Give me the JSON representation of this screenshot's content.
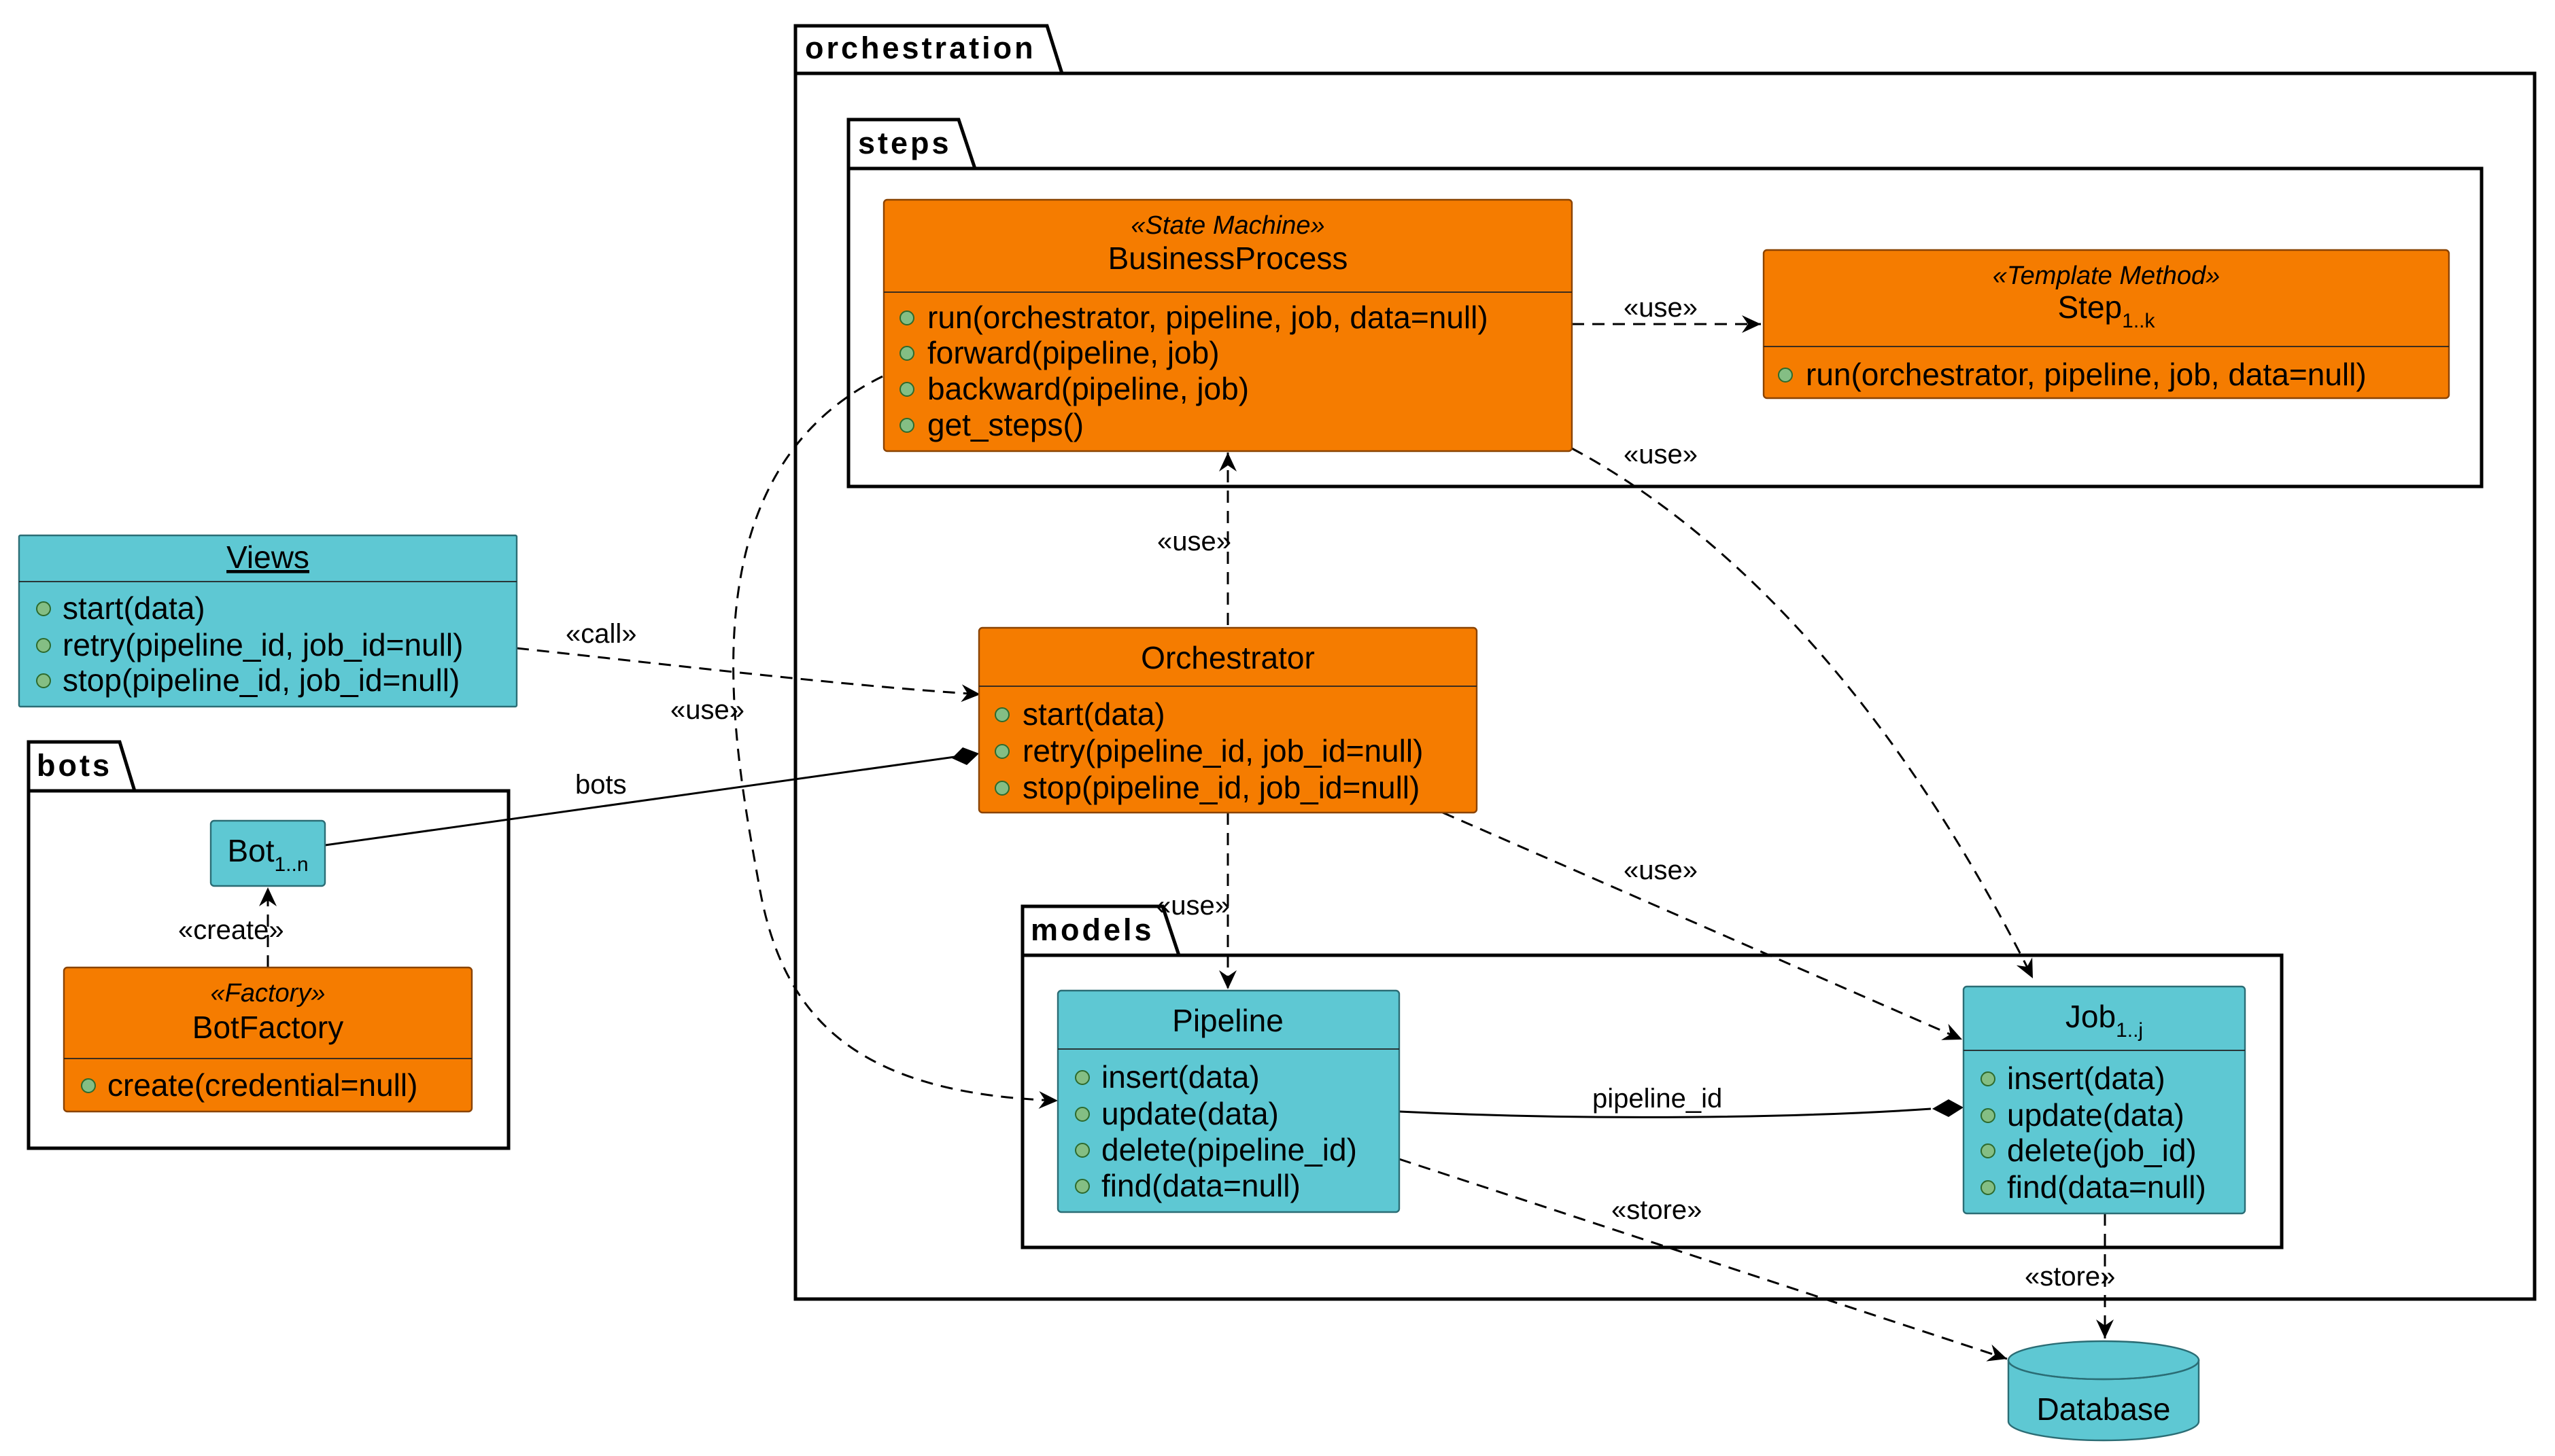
{
  "packages": {
    "orchestration": "orchestration",
    "steps": "steps",
    "models": "models",
    "bots": "bots"
  },
  "classes": {
    "business_process": {
      "stereotype": "«State Machine»",
      "name": "BusinessProcess",
      "members": [
        "run(orchestrator, pipeline, job, data=null)",
        "forward(pipeline, job)",
        "backward(pipeline, job)",
        "get_steps()"
      ]
    },
    "step": {
      "stereotype": "«Template Method»",
      "name": "Step",
      "name_sub": "1..k",
      "members": [
        "run(orchestrator, pipeline, job, data=null)"
      ]
    },
    "views": {
      "name": "Views",
      "members": [
        "start(data)",
        "retry(pipeline_id, job_id=null)",
        "stop(pipeline_id, job_id=null)"
      ]
    },
    "orchestrator": {
      "name": "Orchestrator",
      "members": [
        "start(data)",
        "retry(pipeline_id, job_id=null)",
        "stop(pipeline_id, job_id=null)"
      ]
    },
    "bot": {
      "name": "Bot",
      "name_sub": "1..n"
    },
    "bot_factory": {
      "stereotype": "«Factory»",
      "name": "BotFactory",
      "members": [
        "create(credential=null)"
      ]
    },
    "pipeline": {
      "name": "Pipeline",
      "members": [
        "insert(data)",
        "update(data)",
        "delete(pipeline_id)",
        "find(data=null)"
      ]
    },
    "job": {
      "name": "Job",
      "name_sub": "1..j",
      "members": [
        "insert(data)",
        "update(data)",
        "delete(job_id)",
        "find(data=null)"
      ]
    },
    "database": {
      "name": "Database"
    }
  },
  "edge_labels": {
    "bp_step_use": "«use»",
    "bp_job_use": "«use»",
    "orch_bp_use": "«use»",
    "views_orch_call": "«call»",
    "bp_pipeline_use": "«use»",
    "orch_bots": "bots",
    "factory_bot_create": "«create»",
    "orch_pipeline_use": "«use»",
    "orch_job_use": "«use»",
    "pipeline_job": "pipeline_id",
    "pipeline_db_store": "«store»",
    "job_db_store": "«store»"
  },
  "colors": {
    "orange_fill": "#f57c00",
    "teal_fill": "#5ec8d3",
    "method_dot": "#84be84"
  }
}
